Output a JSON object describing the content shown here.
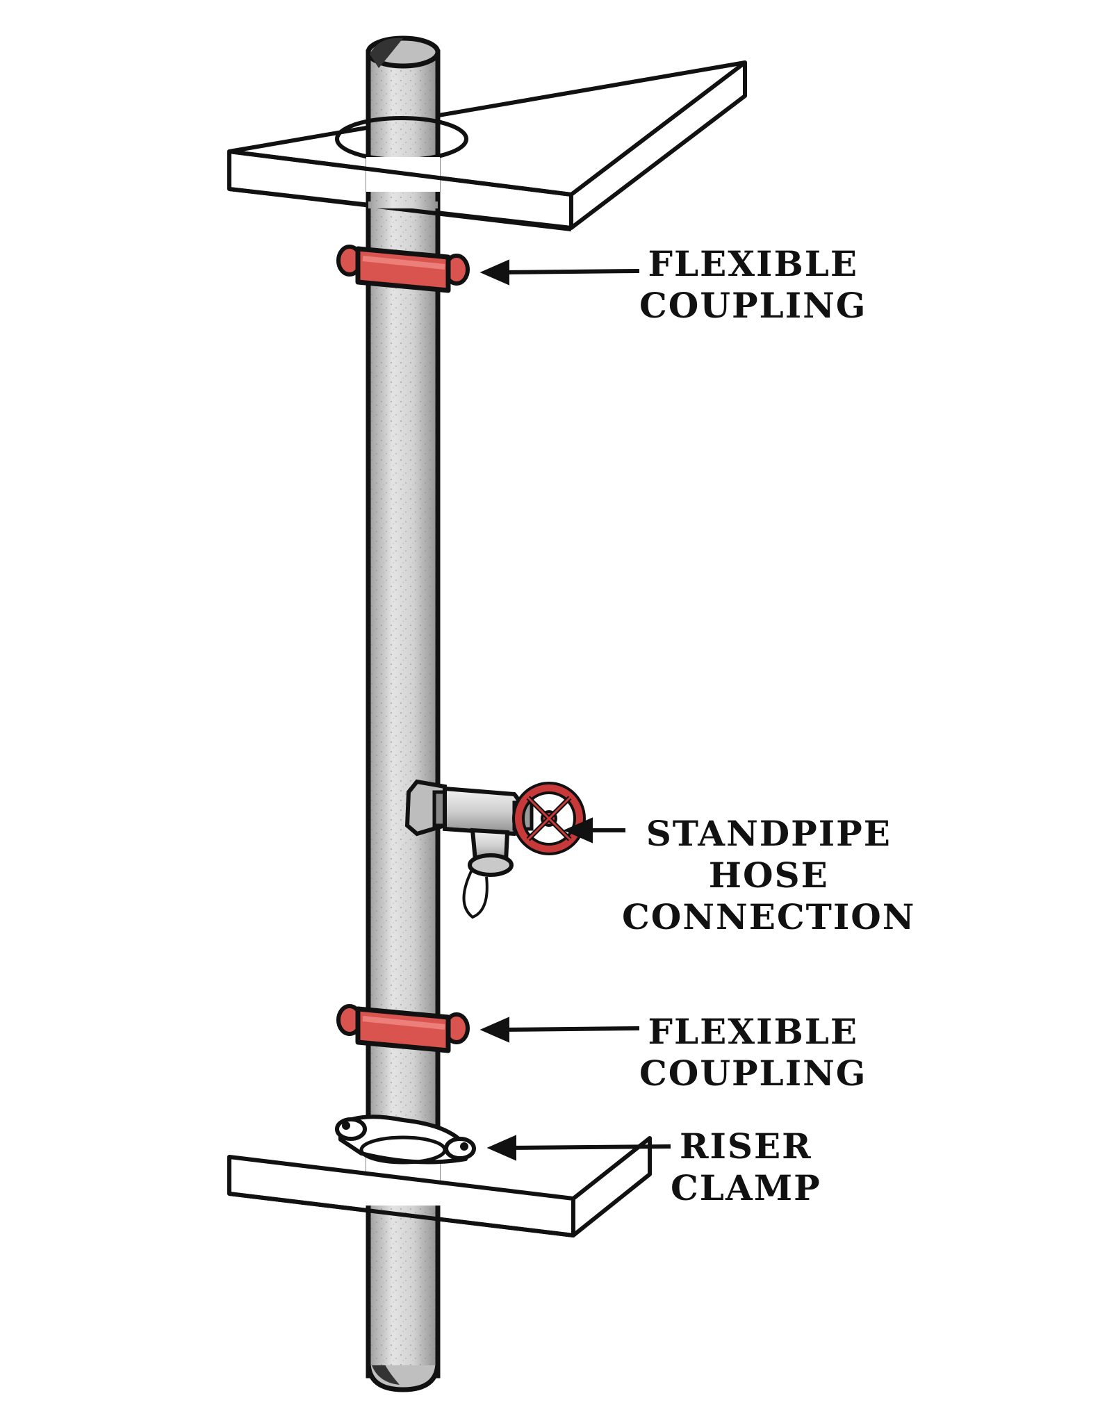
{
  "labels": {
    "coupling_top": [
      "FLEXIBLE",
      "COUPLING"
    ],
    "hose_connection": [
      "STANDPIPE",
      "HOSE",
      "CONNECTION"
    ],
    "coupling_bottom": [
      "FLEXIBLE",
      "COUPLING"
    ],
    "riser_clamp": [
      "RISER",
      "CLAMP"
    ]
  },
  "colors": {
    "outline": "#111111",
    "pipe": "#cfcfcf",
    "coupling": "#d9534f",
    "valve_wheel": "#c8393a",
    "background": "#ffffff"
  }
}
